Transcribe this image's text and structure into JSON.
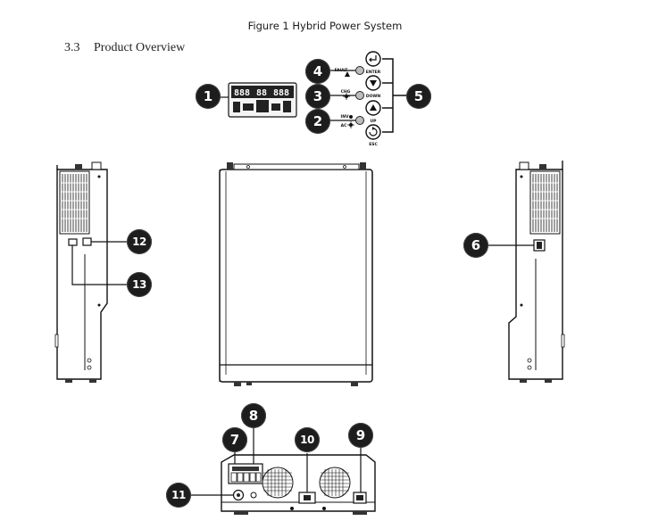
{
  "caption": "Figure 1 Hybrid Power System",
  "section": {
    "number": "3.3",
    "title": "Product Overview"
  },
  "panel": {
    "fault_label": "FAULT",
    "chg_label": "CHG",
    "inv_label": "INV",
    "ac_label": "AC",
    "enter_label": "ENTER",
    "down_label": "DOWN",
    "up_label": "UP",
    "esc_label": "ESC"
  },
  "callouts": {
    "c1": "1",
    "c2": "2",
    "c3": "3",
    "c4": "4",
    "c5": "5",
    "c6": "6",
    "c7": "7",
    "c8": "8",
    "c9": "9",
    "c10": "10",
    "c11": "11",
    "c12": "12",
    "c13": "13"
  }
}
